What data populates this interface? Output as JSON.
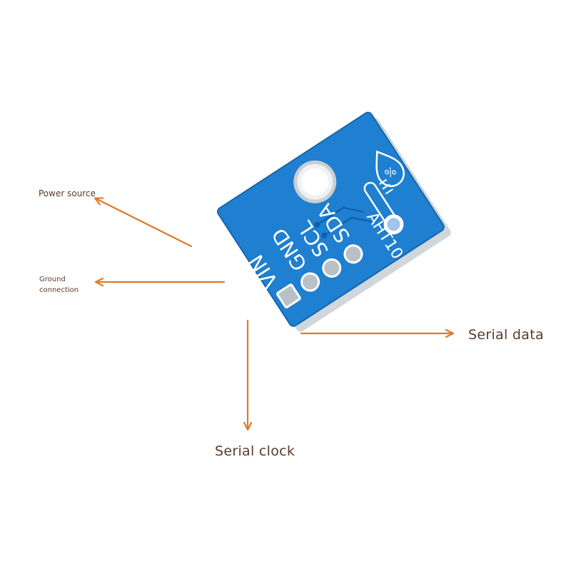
{
  "annotations": {
    "power": "Power source",
    "ground": "Ground connection",
    "data": "Serial data",
    "clock": "Serial clock"
  },
  "board": {
    "model": "AHT10",
    "pins": [
      "VIN",
      "GND",
      "SCL",
      "SDA"
    ],
    "humidity_symbol": "%",
    "color": "#1f7fd0"
  },
  "colors": {
    "arrow": "#e07a26",
    "label": "#5a3a2a",
    "board_silk": "#ffffff"
  }
}
